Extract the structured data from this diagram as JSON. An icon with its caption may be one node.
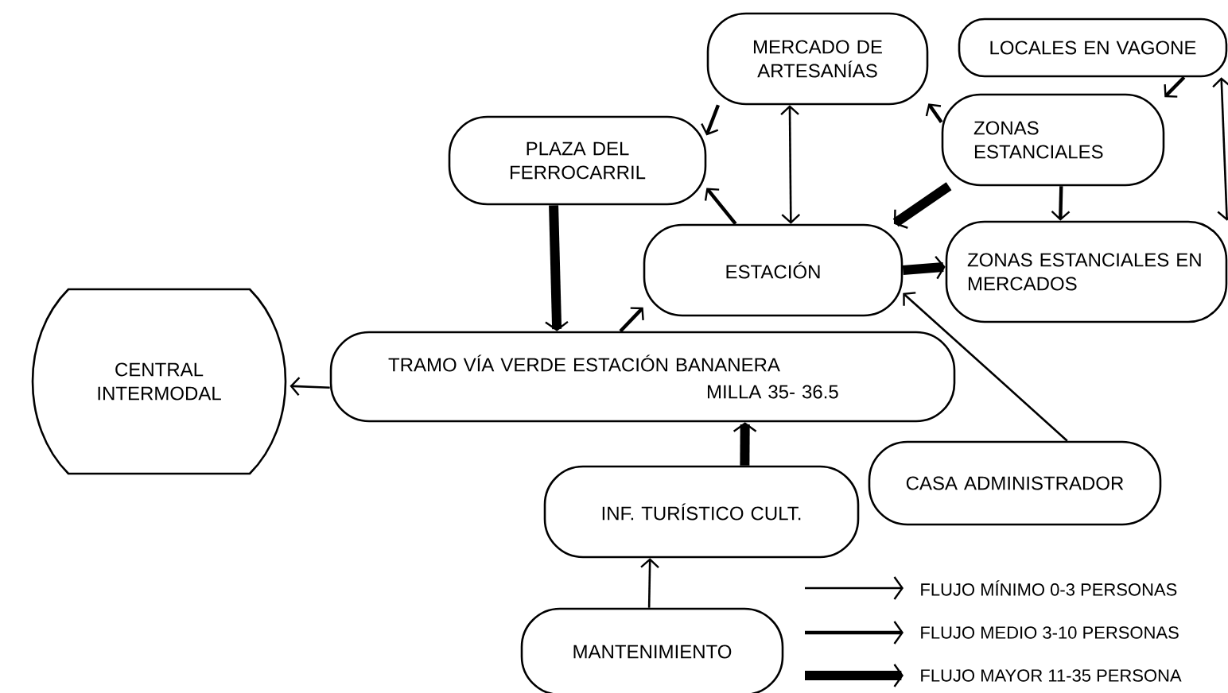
{
  "diagram": {
    "nodes": [
      {
        "text": [
          "MERCADO DE ARTESANÍAS"
        ]
      },
      {
        "text": [
          "LOCALES EN VAGONE"
        ]
      },
      {
        "text": [
          "PLAZA DEL FERROCARRIL"
        ]
      },
      {
        "text": [
          "ZONAS ESTANCIALES"
        ]
      },
      {
        "text": [
          "ESTACIÓN"
        ]
      },
      {
        "text": [
          "ZONAS ESTANCIALES EN MERCADOS"
        ]
      },
      {
        "text": [
          "CENTRAL INTERMODAL"
        ]
      },
      {
        "text": [
          "TRAMO VÍA VERDE ESTACIÓN BANANERA",
          "MILLA 35- 36.5"
        ]
      },
      {
        "text": [
          "CASA ADMINISTRADOR"
        ]
      },
      {
        "text": [
          "INF. TURÍSTICO CULT."
        ]
      },
      {
        "text": [
          "MANTENIMIENTO"
        ]
      }
    ],
    "edges": [
      {
        "from": 0,
        "to": 2,
        "arrow": "to"
      },
      {
        "from": 0,
        "to": 4,
        "arrow": "both"
      },
      {
        "from": 3,
        "to": 0,
        "arrow": "to"
      },
      {
        "from": 1,
        "to": 3,
        "arrow": "to"
      },
      {
        "from": 3,
        "to": 4,
        "arrow": "to",
        "style": "thick"
      },
      {
        "from": 3,
        "to": 5,
        "arrow": "to"
      },
      {
        "from": 1,
        "to": 5,
        "arrow": "both"
      },
      {
        "from": 4,
        "to": 2,
        "arrow": "to"
      },
      {
        "from": 2,
        "to": 7,
        "arrow": "to",
        "style": "thick"
      },
      {
        "from": 7,
        "to": 4,
        "arrow": "to"
      },
      {
        "from": 4,
        "to": 5,
        "arrow": "to",
        "style": "thick"
      },
      {
        "from": 8,
        "to": 4,
        "arrow": "to"
      },
      {
        "from": 7,
        "to": 6,
        "arrow": "to"
      },
      {
        "from": 9,
        "to": 7,
        "arrow": "to",
        "style": "thick"
      },
      {
        "from": 10,
        "to": 9,
        "arrow": "to"
      }
    ],
    "legend": [
      {
        "text": "FLUJO MÍNIMO 0-3 PERSONAS"
      },
      {
        "text": "FLUJO MEDIO 3-10 PERSONAS"
      },
      {
        "text": "FLUJO MAYOR 11-35 PERSONA"
      }
    ]
  }
}
